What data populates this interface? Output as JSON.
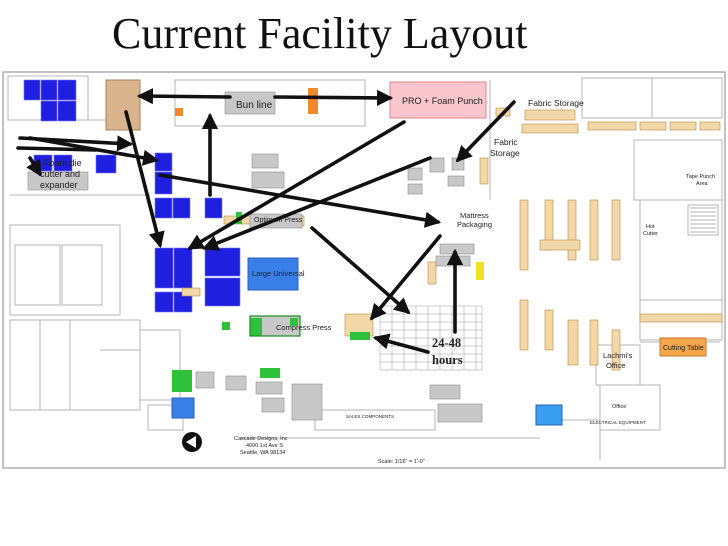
{
  "title": "Current Facility Layout",
  "areas": {
    "bun_line": "Bun line",
    "pro_foam_punch": "PRO + Foam Punch",
    "fabric_storage_top": "Fabric Storage",
    "fabric_storage_mid_1": "Fabric",
    "fabric_storage_mid_2": "Storage",
    "foam_die_1": "Foam die",
    "foam_die_2": "cutter and",
    "foam_die_3": "expander",
    "optimum_press": "Optimum Press",
    "large_universal": "Large Universal",
    "compress_press": "Compress Press",
    "mattress_1": "Mattress",
    "mattress_2": "Packaging",
    "cutting_table": "Cutting Table",
    "lachmis_1": "Lachmi's",
    "lachmis_2": "Office",
    "tape_punch_1": "Tape Punch",
    "tape_punch_2": "Area",
    "hot_cutter_1": "Hot",
    "hot_cutter_2": "Cutter",
    "office": "Office",
    "electrical": "ELECTRICAL EQUIPMENT",
    "sales_components": "SALES COMPONENTS",
    "hours_1": "24-48",
    "hours_2": "hours"
  },
  "address": {
    "line1": "Cascade Designs, Inc",
    "line2": "4000 1st Ave S",
    "line3": "Seattle, WA 98134"
  },
  "scale": "Scale: 1/16\" = 1'-0\"",
  "colors": {
    "blue_equipment": "#1f1fe0",
    "pink_area": "#f8c6cc",
    "shelving": "#f2d8a8",
    "orange": "#f08a2a",
    "green": "#2ec23a",
    "arrow": "#111111"
  }
}
